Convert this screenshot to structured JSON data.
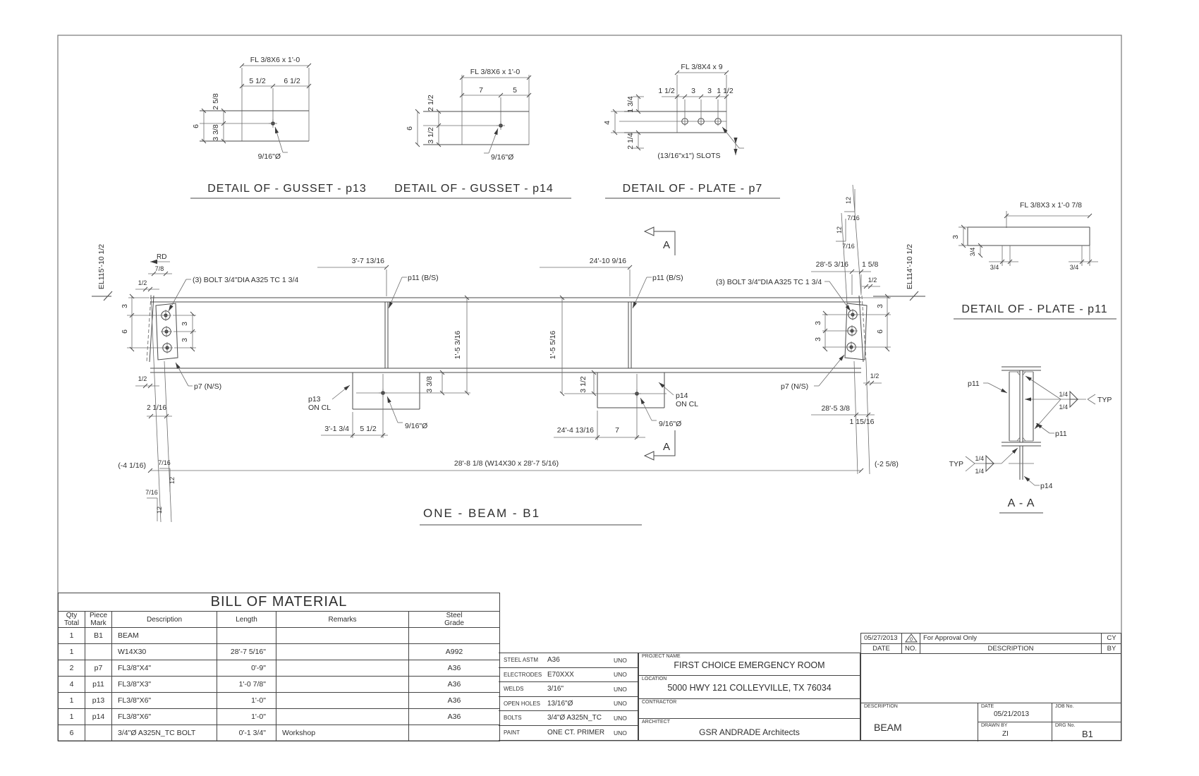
{
  "sheet": {
    "details": {
      "p13": {
        "title": "DETAIL OF   - GUSSET   - p13",
        "flange": "FL 3/8X6 x 1'-0",
        "w1": "5 1/2",
        "w2": "6 1/2",
        "e1": "2 5/8",
        "e2": "3 3/8",
        "height": "6",
        "hole": "9/16\"Ø"
      },
      "p14": {
        "title": "DETAIL OF   - GUSSET   - p14",
        "flange": "FL 3/8X6 x 1'-0",
        "w1": "7",
        "w2": "5",
        "e1": "2 1/2",
        "e2": "3 1/2",
        "height": "6",
        "hole": "9/16\"Ø"
      },
      "p7": {
        "title": "DETAIL OF   - PLATE   - p7",
        "flange": "FL 3/8X4 x 9",
        "w1": "1 1/2",
        "w2": "3",
        "w3": "3",
        "w4": "1 1/2",
        "e1": "1 3/4",
        "height": "4",
        "e2": "2 1/4",
        "slots": "(13/16\"x1\") SLOTS"
      },
      "p11": {
        "title": "DETAIL OF   - PLATE   - p11",
        "flange": "FL 3/8X3 x 1'-0 7/8",
        "height": "3",
        "clip": "3/4"
      }
    },
    "beam": {
      "title": "ONE - BEAM - B1",
      "el_left": "EL115'-10 1/2",
      "el_right": "EL114'-10 1/2",
      "rd": "RD",
      "rd_offset": "7/8",
      "half": "1/2",
      "rake_offset": "2 1/16",
      "bolt_note": "(3) BOLT  3/4\"DIA A325 TC 1  3/4",
      "d3": "3",
      "d6": "6",
      "p7_side": "p7 (N/S)",
      "p11_side": "p11 (B/S)",
      "dim_p11_left": "3'-7 13/16",
      "dim_p11_right": "24'-10 9/16",
      "dim_depth_left": "1'-5 3/16",
      "dim_depth_right": "1'-5 5/16",
      "dim_g13_drop": "3 3/8",
      "dim_g14_drop": "3 1/2",
      "p13_label": "p13",
      "p14_label": "p14",
      "on_cl": "ON CL",
      "dim_g13": "3'-1 3/4",
      "dim_g13_hole": "5 1/2",
      "hole": "9/16\"Ø",
      "dim_g14": "24'-4 13/16",
      "dim_g14_hole": "7",
      "dim_right_top": "28'-5 3/16",
      "end_top": "1 5/8",
      "dim_right_bot": "28'-5 3/8",
      "end_bot": "1 15/16",
      "neg_left": "(-4 1/16)",
      "neg_right": "(-2 5/8)",
      "overall": "28'-8 1/8 (W14X30 x 28'-7  5/16)",
      "slope_rise": "12",
      "slope_run": "7/16",
      "section_letter": "A"
    },
    "section": {
      "title": "A - A",
      "p11": "p11",
      "p14": "p14",
      "typ": "TYP",
      "weld": "1/4"
    }
  },
  "bom": {
    "title": "BILL OF MATERIAL",
    "headers": {
      "qty": "Qty\nTotal",
      "mark": "Piece\nMark",
      "desc": "Description",
      "len": "Length",
      "rem": "Remarks",
      "grade": "Steel\nGrade"
    },
    "rows": [
      {
        "qty": "1",
        "mark": "B1",
        "desc": "BEAM",
        "len": "",
        "rem": "",
        "grade": ""
      },
      {
        "qty": "1",
        "mark": "",
        "desc": "W14X30",
        "len": "28'-7 5/16\"",
        "rem": "",
        "grade": "A992"
      },
      {
        "qty": "2",
        "mark": "p7",
        "desc": "FL3/8\"X4\"",
        "len": "0'-9\"",
        "rem": "",
        "grade": "A36"
      },
      {
        "qty": "4",
        "mark": "p11",
        "desc": "FL3/8\"X3\"",
        "len": "1'-0 7/8\"",
        "rem": "",
        "grade": "A36"
      },
      {
        "qty": "1",
        "mark": "p13",
        "desc": "FL3/8\"X6\"",
        "len": "1'-0\"",
        "rem": "",
        "grade": "A36"
      },
      {
        "qty": "1",
        "mark": "p14",
        "desc": "FL3/8\"X6\"",
        "len": "1'-0\"",
        "rem": "",
        "grade": "A36"
      },
      {
        "qty": "6",
        "mark": "",
        "desc": "3/4\"Ø A325N_TC BOLT",
        "len": "0'-1 3/4\"",
        "rem": "Workshop",
        "grade": ""
      }
    ]
  },
  "notes": {
    "uno": "UNO",
    "rows": [
      {
        "label": "STEEL ASTM",
        "value": "A36"
      },
      {
        "label": "ELECTRODES",
        "value": "E70XXX"
      },
      {
        "label": "WELDS",
        "value": "3/16\""
      },
      {
        "label": "OPEN HOLES",
        "value": "13/16\"Ø"
      },
      {
        "label": "BOLTS",
        "value": "3/4\"Ø A325N_TC"
      },
      {
        "label": "PAINT",
        "value": "ONE CT. PRIMER"
      }
    ]
  },
  "project": {
    "name_label": "PROJECT NAME",
    "name": "FIRST CHOICE EMERGENCY ROOM",
    "location_label": "LOCATION",
    "location": "5000 HWY 121 COLLEYVILLE, TX 76034",
    "contractor_label": "CONTRACTOR",
    "contractor": "",
    "architect_label": "ARCHITECT",
    "architect": "GSR ANDRADE Architects"
  },
  "titleblock": {
    "rev": {
      "date": "05/27/2013",
      "no": "0",
      "desc": "For Approval Only",
      "by": "CY"
    },
    "rev_headers": {
      "date": "DATE",
      "no": "NO.",
      "desc": "DESCRIPTION",
      "by": "BY"
    },
    "desc_label": "DESCRIPTION",
    "description": "BEAM",
    "date_label": "DATE",
    "date": "05/21/2013",
    "job_label": "JOB No.",
    "drawn_label": "DRAWN BY",
    "drawn": "ZI",
    "drg_label": "DRG No.",
    "drg": "B1"
  }
}
